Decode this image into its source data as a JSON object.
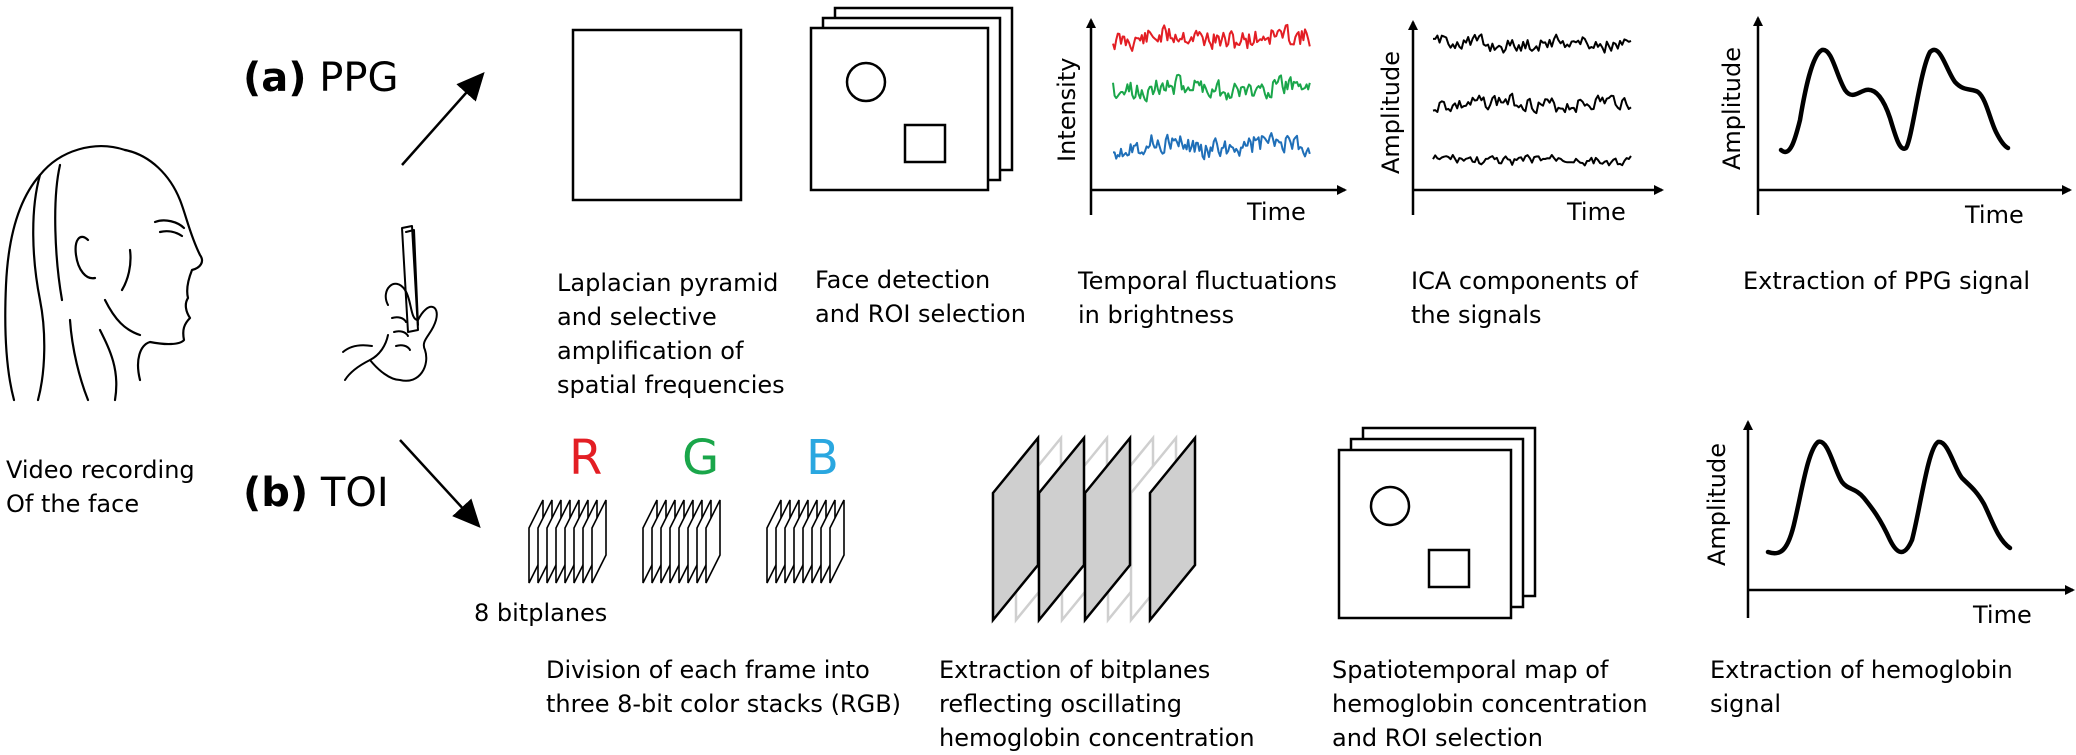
{
  "sections": {
    "ppg": {
      "letter": "(a)",
      "name": "PPG"
    },
    "toi": {
      "letter": "(b)",
      "name": "TOI"
    }
  },
  "input_caption": "Video recording\nOf the face",
  "ppg_steps": [
    "Laplacian pyramid\nand selective\namplification of\nspatial frequencies",
    "Face detection\nand ROI selection",
    "Temporal fluctuations\nin brightness",
    "ICA components of\nthe signals",
    "Extraction of PPG signal"
  ],
  "toi_steps": [
    "Division of each frame into\nthree 8-bit color stacks (RGB)",
    "Extraction of bitplanes\nreflecting oscillating\nhemoglobin concentration",
    "Spatiotemporal map of\nhemoglobin concentration\nand ROI selection",
    "Extraction of hemoglobin signal"
  ],
  "channels": [
    {
      "label": "R",
      "color": "#e31e24"
    },
    {
      "label": "G",
      "color": "#1aa64a"
    },
    {
      "label": "B",
      "color": "#2aa7e0"
    }
  ],
  "bitplanes_label": "8 bitplanes",
  "axes": {
    "intensity": "Intensity",
    "amplitude": "Amplitude",
    "time": "Time"
  },
  "signal_colors": {
    "red": "#e31e24",
    "green": "#1aa64a",
    "blue": "#1f6fb8",
    "black": "#000000"
  }
}
